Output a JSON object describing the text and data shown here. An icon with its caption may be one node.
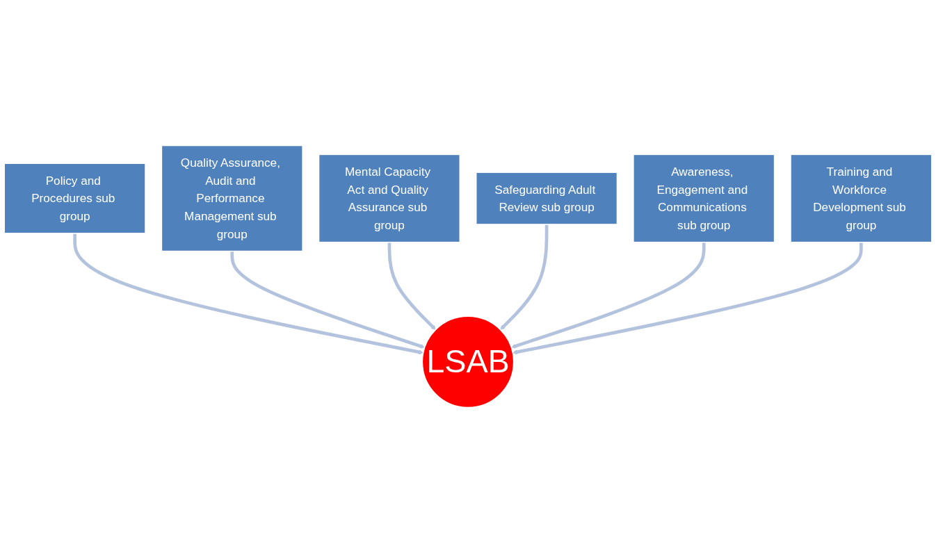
{
  "diagram": {
    "nodes": [
      {
        "text": [
          "Mental Capacity Act and Quality Assurance sub group"
        ]
      },
      {
        "text": [
          "Safeguarding Adult Review sub group"
        ]
      },
      {
        "text": [
          "Quality Assurance, Audit and Performance Management sub group"
        ]
      },
      {
        "text": [
          "Awareness, Engagement and Communications sub group"
        ]
      },
      {
        "text": [
          "Policy and Procedures sub group"
        ]
      },
      {
        "text": [
          "Training and Workforce Development sub group"
        ]
      },
      {
        "text": [
          "LSAB"
        ]
      }
    ],
    "edges": [
      {
        "from": 4,
        "to": 6,
        "arrow": "to"
      },
      {
        "from": 2,
        "to": 6,
        "arrow": "to"
      },
      {
        "from": 0,
        "to": 6,
        "arrow": "to"
      },
      {
        "from": 1,
        "to": 6,
        "arrow": "to"
      },
      {
        "from": 3,
        "to": 6,
        "arrow": "to"
      },
      {
        "from": 5,
        "to": 6,
        "arrow": "to"
      }
    ]
  }
}
